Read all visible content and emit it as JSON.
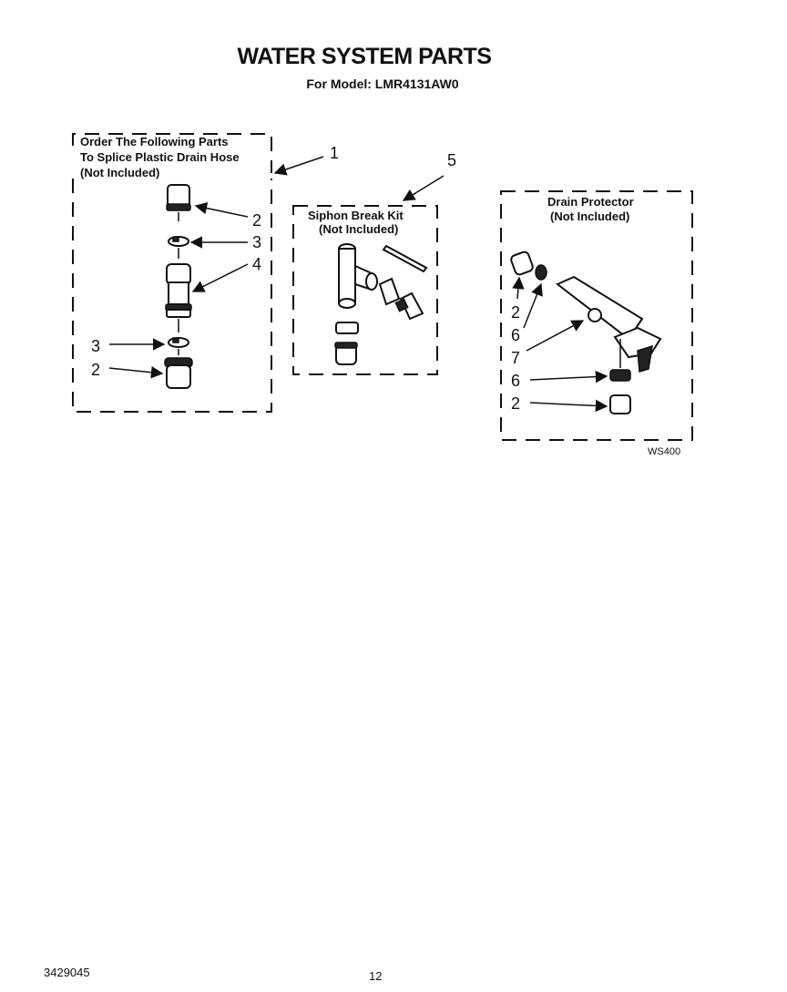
{
  "title": "WATER SYSTEM PARTS",
  "subtitle": "For Model: LMR4131AW0",
  "groups": {
    "splice": {
      "label_line1": "Order The Following Parts",
      "label_line2": "To Splice Plastic Drain Hose",
      "label_line3": "(Not Included)"
    },
    "siphon": {
      "label_line1": "Siphon Break Kit",
      "label_line2": "(Not Included)"
    },
    "drain": {
      "label_line1": "Drain Protector",
      "label_line2": "(Not Included)"
    }
  },
  "callouts": {
    "c1": "1",
    "c5": "5",
    "s2a": "2",
    "s3a": "3",
    "s4": "4",
    "s3b": "3",
    "s2b": "2",
    "d2a": "2",
    "d6a": "6",
    "d7": "7",
    "d6b": "6",
    "d2b": "2"
  },
  "diagram_code": "WS400",
  "footer": {
    "part_number": "3429045",
    "page_number": "12"
  }
}
